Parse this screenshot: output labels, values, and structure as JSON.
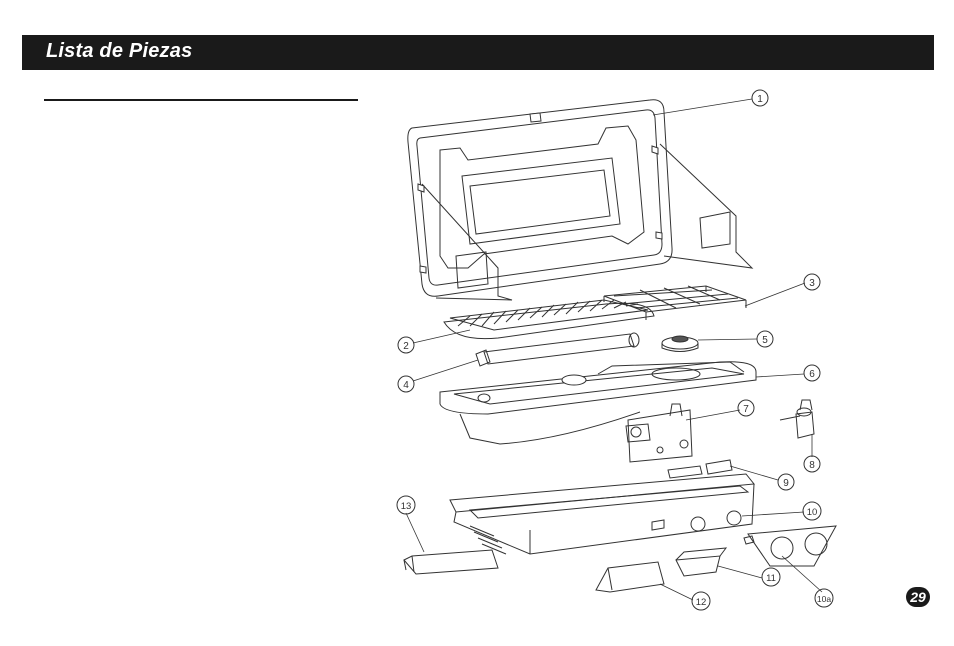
{
  "header": {
    "title": "Lista de Piezas"
  },
  "page_number": "29",
  "parts_callouts": [
    {
      "label": "1"
    },
    {
      "label": "2"
    },
    {
      "label": "3"
    },
    {
      "label": "4"
    },
    {
      "label": "5"
    },
    {
      "label": "6"
    },
    {
      "label": "7"
    },
    {
      "label": "8"
    },
    {
      "label": "9"
    },
    {
      "label": "10"
    },
    {
      "label": "10a"
    },
    {
      "label": "11"
    },
    {
      "label": "12"
    },
    {
      "label": "13"
    }
  ],
  "colors": {
    "header_bg": "#1a1a1a",
    "header_text": "#ffffff",
    "line_art": "#333333"
  }
}
